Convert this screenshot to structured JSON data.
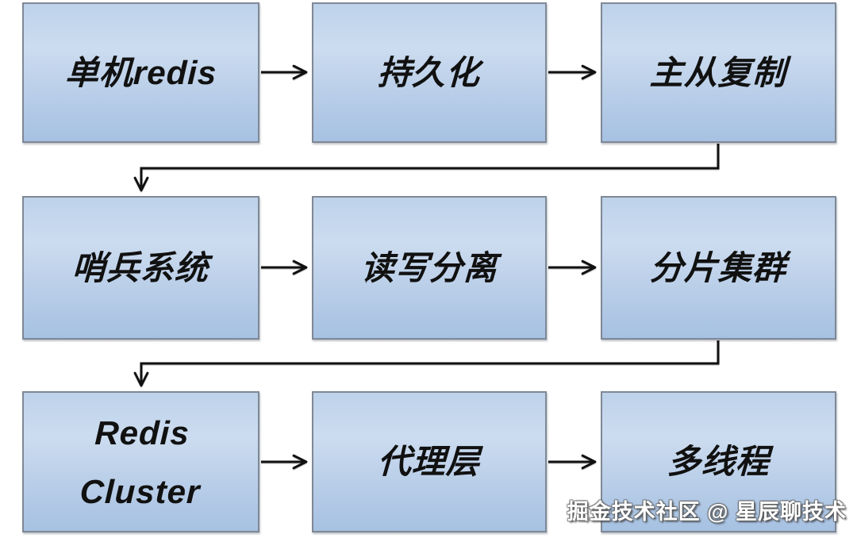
{
  "diagram": {
    "description": "Redis architecture evolution flowchart",
    "nodes": [
      {
        "id": "standalone-redis",
        "label": "单机redis"
      },
      {
        "id": "persistence",
        "label": "持久化"
      },
      {
        "id": "master-slave-replication",
        "label": "主从复制"
      },
      {
        "id": "sentinel-system",
        "label": "哨兵系统"
      },
      {
        "id": "read-write-splitting",
        "label": "读写分离"
      },
      {
        "id": "sharded-cluster",
        "label": "分片集群"
      },
      {
        "id": "redis-cluster",
        "label": "Redis\nCluster"
      },
      {
        "id": "proxy-layer",
        "label": "代理层"
      },
      {
        "id": "multi-threading",
        "label": "多线程"
      }
    ],
    "edges": [
      {
        "from": "standalone-redis",
        "to": "persistence"
      },
      {
        "from": "persistence",
        "to": "master-slave-replication"
      },
      {
        "from": "master-slave-replication",
        "to": "sentinel-system"
      },
      {
        "from": "sentinel-system",
        "to": "read-write-splitting"
      },
      {
        "from": "read-write-splitting",
        "to": "sharded-cluster"
      },
      {
        "from": "sharded-cluster",
        "to": "redis-cluster"
      },
      {
        "from": "redis-cluster",
        "to": "proxy-layer"
      },
      {
        "from": "proxy-layer",
        "to": "multi-threading"
      }
    ],
    "watermark": "掘金技术社区 @ 星辰聊技术",
    "colors": {
      "box_fill_top": "#bdd2ea",
      "box_fill_middle": "#ccdcf0",
      "box_fill_bottom": "#a6c1e2",
      "box_border": "#7f8895",
      "arrow": "#111111",
      "node_text": "#111111",
      "watermark_text": "#ffffff",
      "background": "#ffffff"
    }
  }
}
